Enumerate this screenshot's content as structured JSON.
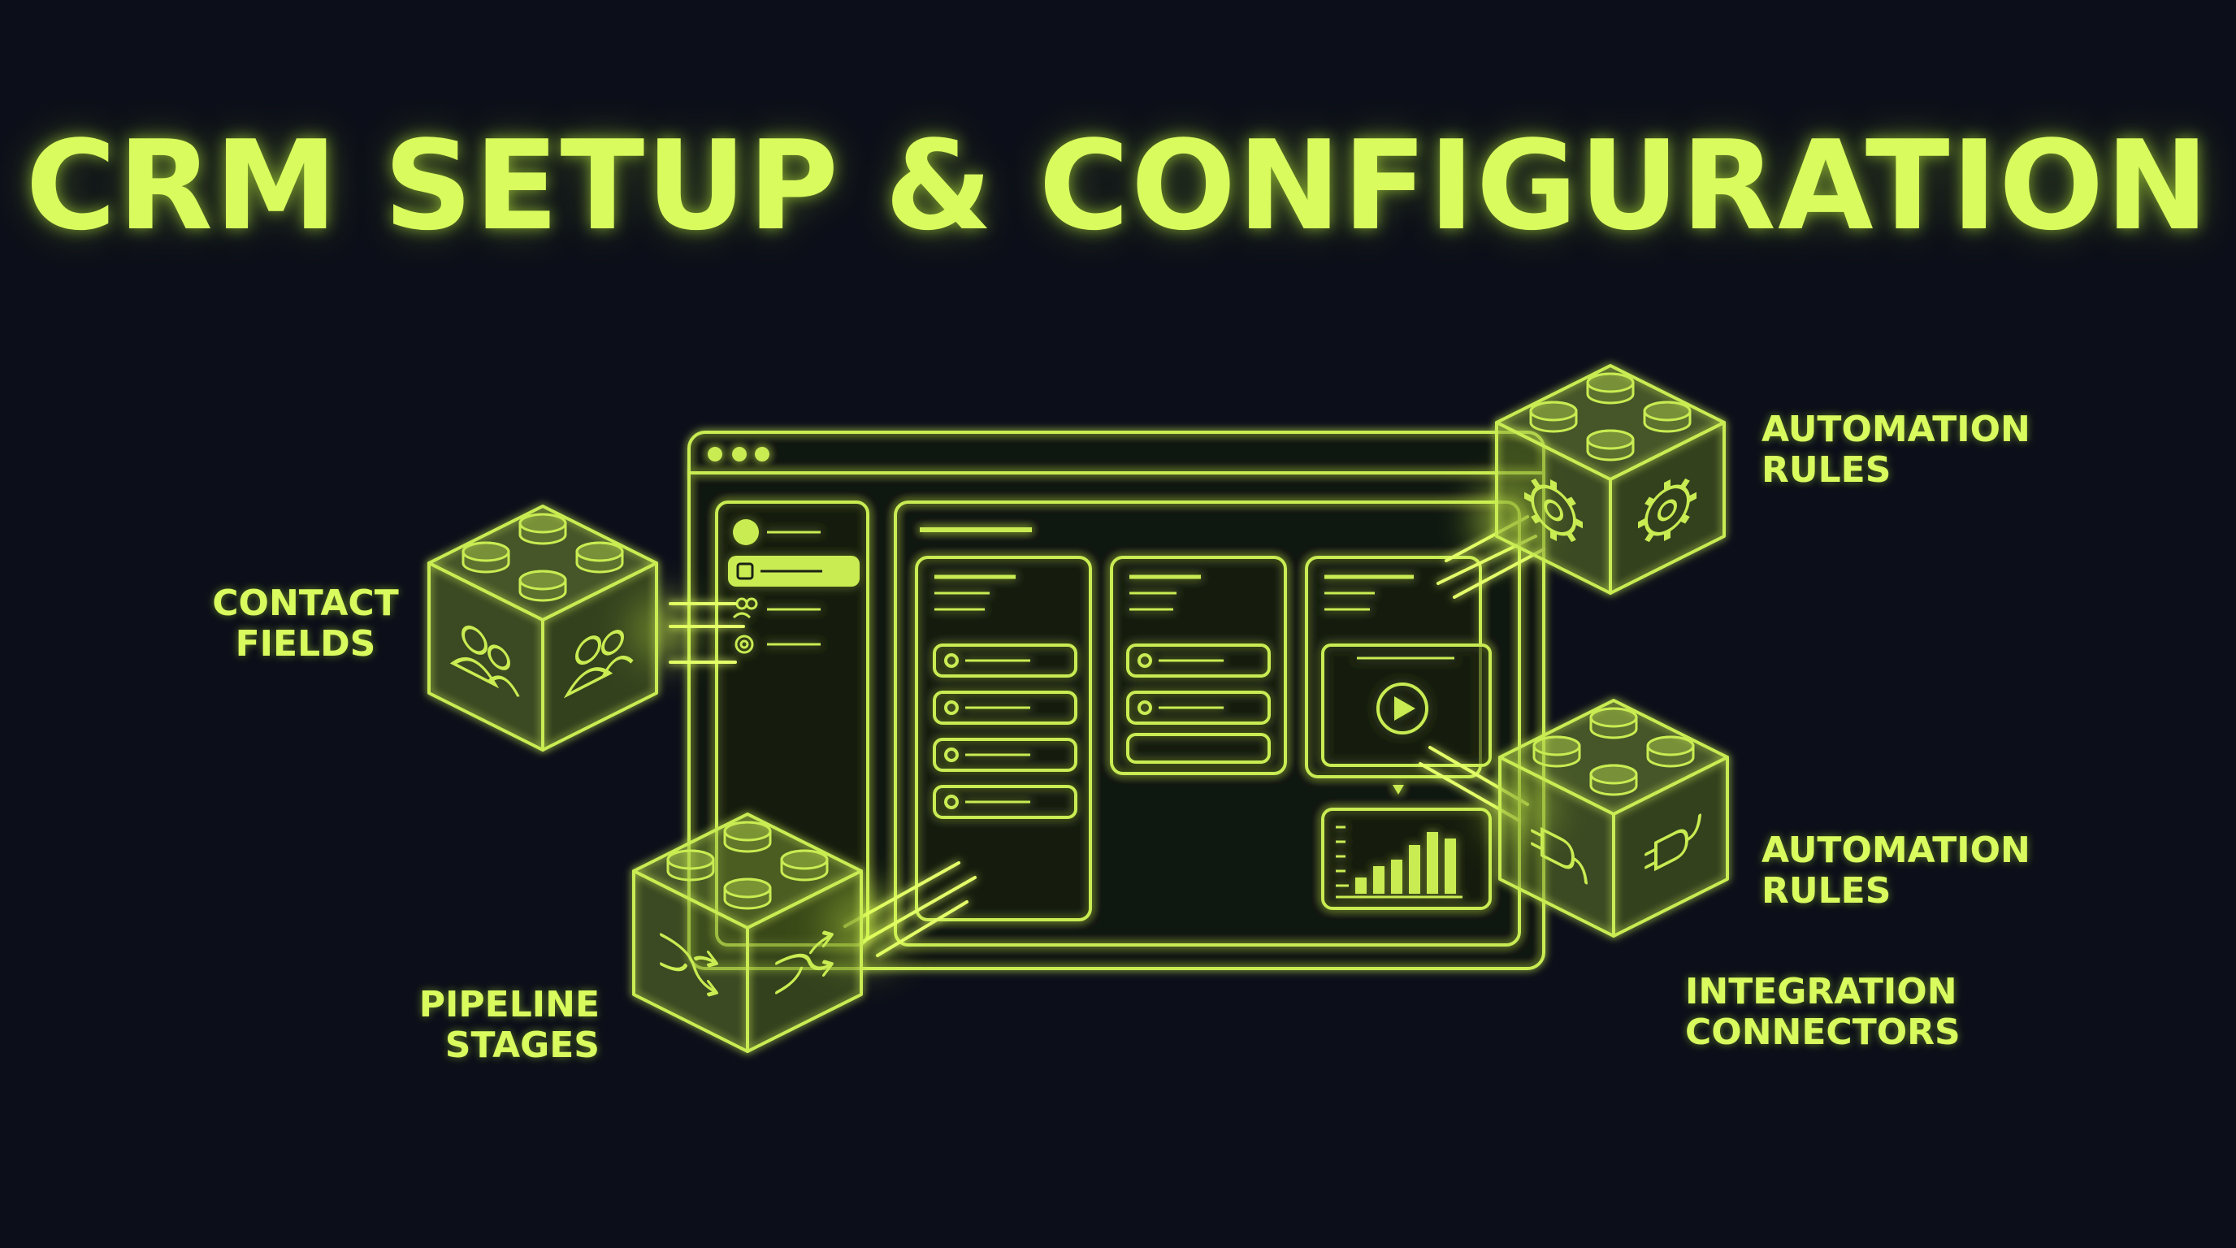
{
  "title": "CRM SETUP & CONFIGURATION",
  "labels": {
    "contact": [
      "CONTACT",
      "FIELDS"
    ],
    "automation_top": [
      "AUTOMATION",
      "RULES"
    ],
    "automation_mid": [
      "AUTOMATION",
      "RULES"
    ],
    "integration": [
      "INTEGRATION",
      "CONNECTORS"
    ],
    "pipeline": [
      "PIPELINE",
      "STAGES"
    ]
  },
  "icons": {
    "contact": "users-icon",
    "automation": "gear-icon",
    "integration": "plug-icon",
    "pipeline": "shuffle-icon",
    "media": "play-icon",
    "chart": "bar-chart-icon"
  },
  "colors": {
    "background": "#0c0f19",
    "accent": "#d9fb5e"
  }
}
